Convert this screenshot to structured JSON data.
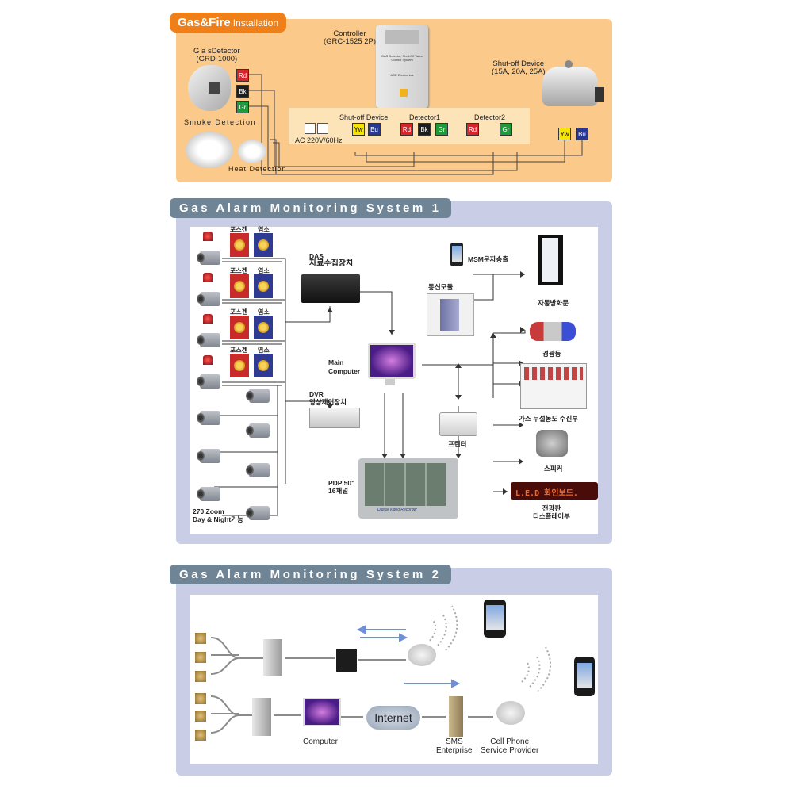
{
  "install": {
    "tab_main": "Gas&Fire",
    "tab_sub": "Installation",
    "gas_detector_title": "G a sDetector",
    "gas_detector_model": "(GRD-1000)",
    "smoke": "Smoke Detection",
    "heat": "Heat Detection",
    "controller_title": "Controller",
    "controller_model": "(GRC-1525 2P)",
    "controller_face": "GAS Detector, Shut-Off Valve Control System",
    "controller_brand": "ACE Electronics",
    "shutoff_title": "Shut-off Device",
    "shutoff_model": "(15A, 20A, 25A)",
    "power": "AC 220V/60Hz",
    "term_shutoff": "Shut-off Device",
    "term_det1": "Detector1",
    "term_det2": "Detector2",
    "rd": "Rd",
    "bk": "Bk",
    "gr": "Gr",
    "yw": "Yw",
    "bu": "Bu"
  },
  "system1": {
    "tab": "Gas Alarm Monitoring System 1",
    "pos": "포스겐",
    "yeom": "염소",
    "das_en": "DAS",
    "das_kr": "자료수집장치",
    "main_computer_1": "Main",
    "main_computer_2": "Computer",
    "dvr_en": "DVR",
    "dvr_kr": "영상제어장치",
    "pdp_1": "PDP 50\"",
    "pdp_2": "16채널",
    "pdp_screen": "Digital Video Recorder",
    "zoom_1": "270 Zoom",
    "zoom_2": "Day & Night기능",
    "msm": "MSM문자송출",
    "comm": "통신모듈",
    "firedoor": "자동방화문",
    "beacon": "경광등",
    "receiver": "가스 누설농도 수신부",
    "printer": "프린터",
    "speaker": "스피커",
    "led_text": "L.E.D 화인보드.",
    "board_1": "전광판",
    "board_2": "디스플레이부"
  },
  "system2": {
    "tab": "Gas Alarm Monitoring System 2",
    "computer": "Computer",
    "internet": "Internet",
    "sms_1": "SMS",
    "sms_2": "Enterprise",
    "cell_1": "Cell Phone",
    "cell_2": "Service Provider"
  }
}
